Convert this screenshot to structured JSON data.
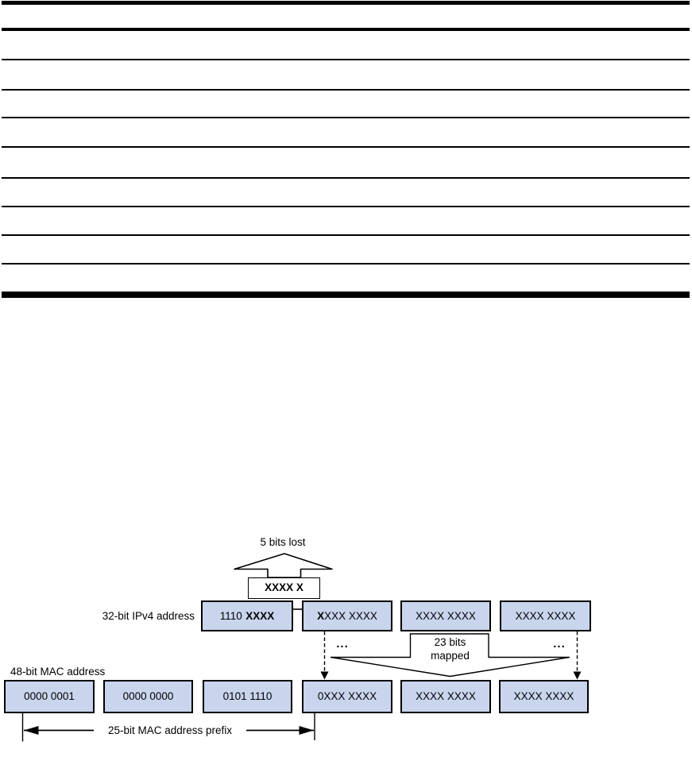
{
  "colors": {
    "background": "#ffffff",
    "box_fill": "#c9d5ed",
    "box_border": "#000000",
    "line": "#000000"
  },
  "diagram": {
    "bits_lost_label": "5 bits lost",
    "bits_lost_value": "XXXX X",
    "ipv4_label": "32-bit IPv4 address",
    "ipv4_octet1_normal": "1110",
    "ipv4_octet1_bold": "XXXX",
    "ipv4_octet2_bold": "X",
    "ipv4_octet2_normal": "XXX XXXX",
    "ipv4_octet3": "XXXX XXXX",
    "ipv4_octet4": "XXXX XXXX",
    "ellipsis_left": "...",
    "ellipsis_right": "...",
    "mapped_line1": "23 bits",
    "mapped_line2": "mapped",
    "mac_label": "48-bit MAC address",
    "mac_octet1": "0000 0001",
    "mac_octet2": "0000 0000",
    "mac_octet3": "0101 1110",
    "mac_octet4": "0XXX XXXX",
    "mac_octet5": "XXXX XXXX",
    "mac_octet6": "XXXX XXXX",
    "prefix_label": "25-bit MAC address prefix"
  }
}
